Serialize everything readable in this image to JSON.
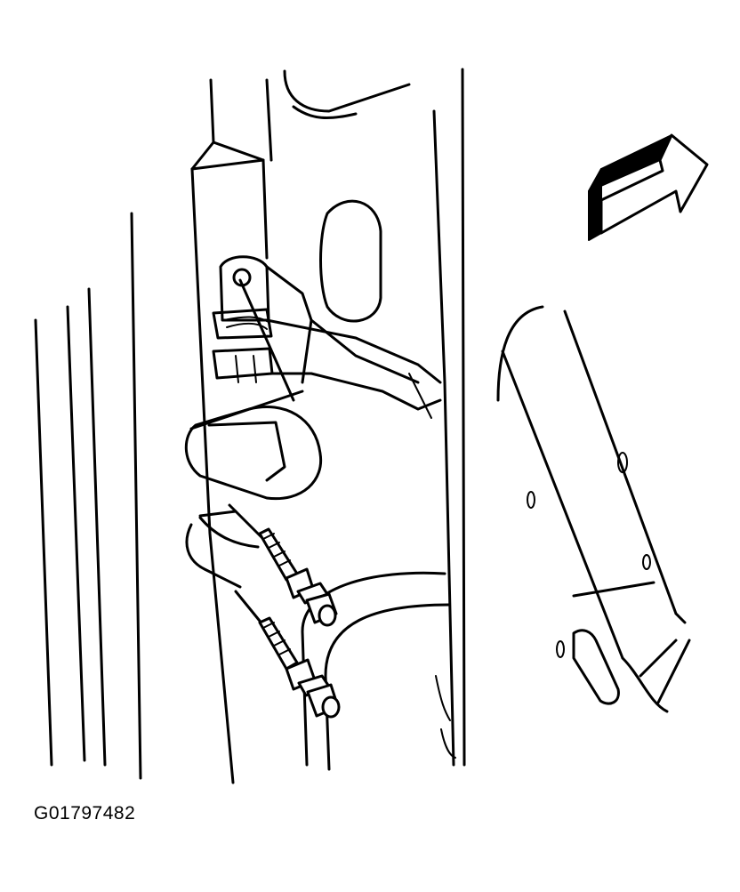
{
  "figure": {
    "id_label": "G01797482",
    "colors": {
      "line": "#000000",
      "background": "#ffffff"
    },
    "components": [
      "door-pillar",
      "door-hinge",
      "hinge-pin",
      "hinge-bolt-upper",
      "hinge-bolt-lower",
      "detail-callout-upper",
      "detail-callout-lower",
      "vehicle-front-arrow"
    ]
  }
}
